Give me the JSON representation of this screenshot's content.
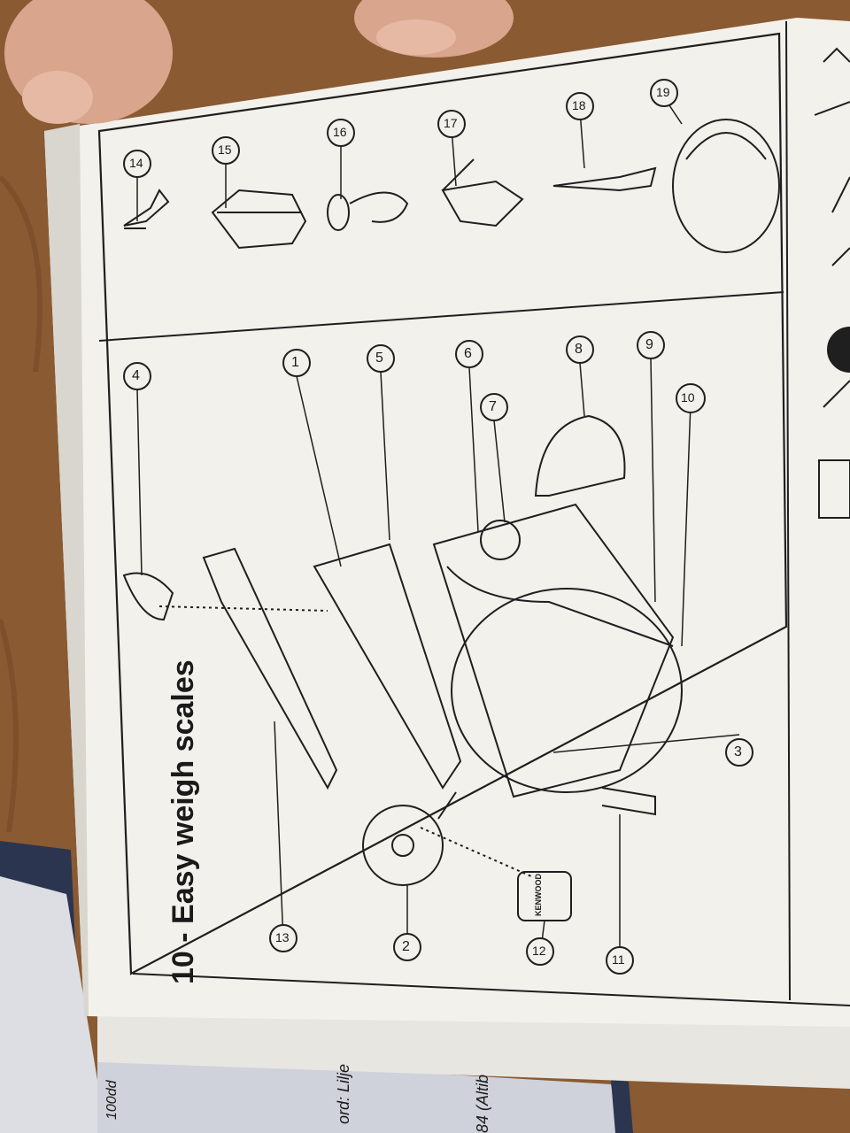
{
  "manual": {
    "heading": "10 - Easy weigh scales",
    "brand_on_bowl": "KENWOOD",
    "callouts": [
      "1",
      "2",
      "3",
      "4",
      "5",
      "6",
      "7",
      "8",
      "9",
      "10",
      "11",
      "12",
      "13",
      "14",
      "15",
      "16",
      "17",
      "18",
      "19"
    ]
  },
  "background_sheet": {
    "line1": "ord: Lilje",
    "line2": "84 (Altib",
    "line3": "100dd"
  },
  "colors": {
    "table": "#8a5a32",
    "paper": "#f3f1ec",
    "ink": "#1f1f1f",
    "skin": "#d9a58c",
    "binder": "#2b3550"
  }
}
